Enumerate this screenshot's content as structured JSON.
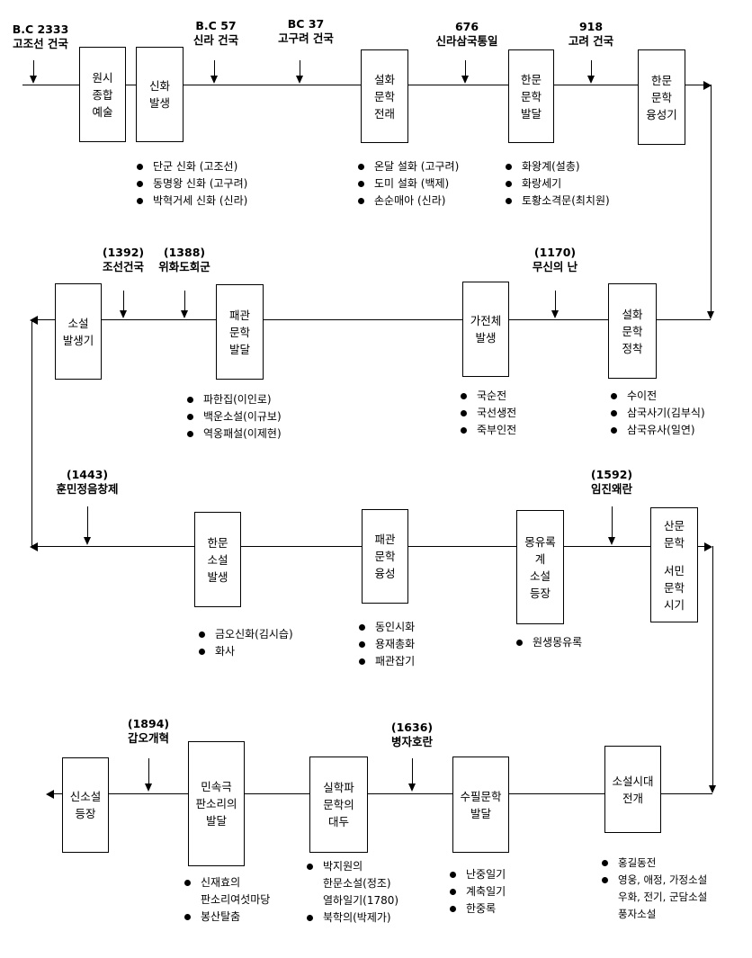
{
  "row1": {
    "markers": [
      {
        "id": "gojoseon",
        "lines": [
          "B.C 2333",
          "고조선 건국"
        ]
      },
      {
        "id": "silla",
        "lines": [
          "B.C 57",
          "신라 건국"
        ]
      },
      {
        "id": "goguryeo",
        "lines": [
          "BC 37",
          "고구려 건국"
        ]
      },
      {
        "id": "unification",
        "lines": [
          "676",
          "신라삼국통일"
        ]
      },
      {
        "id": "goryeo",
        "lines": [
          "918",
          "고려 건국"
        ]
      }
    ],
    "boxes": [
      {
        "id": "wonsi",
        "lines": [
          "원시",
          "종합",
          "예술"
        ]
      },
      {
        "id": "sinhwa",
        "lines": [
          "신화",
          "발생"
        ]
      },
      {
        "id": "seolhwa-jeonrae",
        "lines": [
          "설화",
          "문학",
          "전래"
        ]
      },
      {
        "id": "hanmun-baldal",
        "lines": [
          "한문",
          "문학",
          "발달"
        ]
      },
      {
        "id": "hanmun-yongseong",
        "lines": [
          "한문",
          "문학",
          "융성기"
        ]
      }
    ],
    "lists": [
      {
        "id": "myths",
        "items": [
          [
            "단군 신화 (고조선)"
          ],
          [
            "동명왕 신화 (고구려)"
          ],
          [
            "박혁거세 신화 (신라)"
          ]
        ]
      },
      {
        "id": "tales",
        "items": [
          [
            "온달 설화 (고구려)"
          ],
          [
            "도미 설화 (백제)"
          ],
          [
            "손순매아 (신라)"
          ]
        ]
      },
      {
        "id": "hanmun",
        "items": [
          [
            "화왕계(설총)"
          ],
          [
            "화랑세기"
          ],
          [
            "토황소격문(최치원)"
          ]
        ]
      }
    ]
  },
  "row2": {
    "markers": [
      {
        "id": "joseon",
        "lines": [
          "(1392)",
          "조선건국"
        ]
      },
      {
        "id": "wihwado",
        "lines": [
          "(1388)",
          "위화도회군"
        ]
      },
      {
        "id": "musin",
        "lines": [
          "(1170)",
          "무신의 난"
        ]
      }
    ],
    "boxes": [
      {
        "id": "soseol-balsaeng",
        "lines": [
          "소설",
          "발생기"
        ]
      },
      {
        "id": "paegwan-baldal",
        "lines": [
          "패관",
          "문학",
          "발달"
        ]
      },
      {
        "id": "gajeonche",
        "lines": [
          "가전체",
          "발생"
        ]
      },
      {
        "id": "seolhwa-jeongchak",
        "lines": [
          "설화",
          "문학",
          "정착"
        ]
      }
    ],
    "lists": [
      {
        "id": "paegwan-works",
        "items": [
          [
            "파한집(이인로)"
          ],
          [
            "백운소설(이규보)"
          ],
          [
            "역옹패설(이제현)"
          ]
        ]
      },
      {
        "id": "gajeon-works",
        "items": [
          [
            "국순전"
          ],
          [
            "국선생전"
          ],
          [
            "죽부인전"
          ]
        ]
      },
      {
        "id": "seolhwa-works",
        "items": [
          [
            "수이전"
          ],
          [
            "삼국사기(김부식)"
          ],
          [
            "삼국유사(일연)"
          ]
        ]
      }
    ]
  },
  "row3": {
    "markers": [
      {
        "id": "hunmin",
        "lines": [
          "(1443)",
          "훈민정음창제"
        ]
      },
      {
        "id": "imjin",
        "lines": [
          "(1592)",
          "임진왜란"
        ]
      }
    ],
    "boxes": [
      {
        "id": "hanmun-soseol",
        "lines": [
          "한문",
          "소설",
          "발생"
        ]
      },
      {
        "id": "paegwan-yongseong",
        "lines": [
          "패관",
          "문학",
          "융성"
        ]
      },
      {
        "id": "mongyurok",
        "lines": [
          "몽유록",
          "계",
          "소설",
          "등장"
        ]
      },
      {
        "id": "sanmun-seomin",
        "lines": [
          "산문",
          "문학",
          "",
          "서민",
          "문학",
          "시기"
        ]
      }
    ],
    "lists": [
      {
        "id": "hanmun-soseol-works",
        "items": [
          [
            "금오신화(김시습)"
          ],
          [
            "화사"
          ]
        ]
      },
      {
        "id": "paegwan-yongseong-works",
        "items": [
          [
            "동인시화"
          ],
          [
            "용재총화"
          ],
          [
            "패관잡기"
          ]
        ]
      },
      {
        "id": "mongyurok-works",
        "items": [
          [
            "원생몽유록"
          ]
        ]
      }
    ]
  },
  "row4": {
    "markers": [
      {
        "id": "gabo",
        "lines": [
          "(1894)",
          "갑오개혁"
        ]
      },
      {
        "id": "byeongja",
        "lines": [
          "(1636)",
          "병자호란"
        ]
      }
    ],
    "boxes": [
      {
        "id": "sinsoseol",
        "lines": [
          "신소설",
          "등장"
        ]
      },
      {
        "id": "minsokgeuk",
        "lines": [
          "민속극",
          "판소리의",
          "발달"
        ]
      },
      {
        "id": "silhakpa",
        "lines": [
          "실학파",
          "문학의",
          "대두"
        ]
      },
      {
        "id": "supil",
        "lines": [
          "수필문학",
          "발달"
        ]
      },
      {
        "id": "soseol-sidae",
        "lines": [
          "소설시대",
          "전개"
        ]
      }
    ],
    "lists": [
      {
        "id": "minsok-works",
        "items": [
          [
            "신재효의",
            "판소리여섯마당"
          ],
          [
            "봉산탈춤"
          ]
        ]
      },
      {
        "id": "silhak-works",
        "items": [
          [
            "박지원의",
            "한문소설(정조)",
            "열하일기(1780)"
          ],
          [
            "북학의(박제가)"
          ]
        ]
      },
      {
        "id": "supil-works",
        "items": [
          [
            "난중일기"
          ],
          [
            "계축일기"
          ],
          [
            "한중록"
          ]
        ]
      },
      {
        "id": "soseol-works",
        "items": [
          [
            "홍길동전"
          ],
          [
            "영웅, 애정, 가정소설",
            "우화, 전기, 군담소설",
            "풍자소설"
          ]
        ]
      }
    ]
  }
}
